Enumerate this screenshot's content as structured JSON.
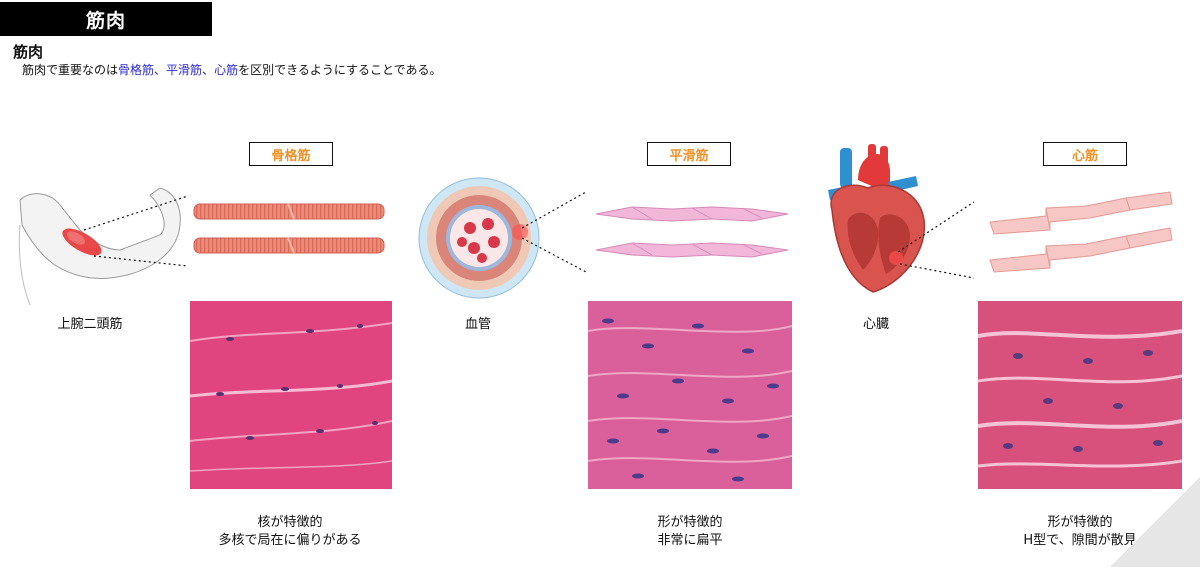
{
  "header": {
    "title": "筋肉"
  },
  "section": {
    "heading": "筋肉"
  },
  "intro": {
    "prefix": "筋肉で重要なのは",
    "skeletal": "骨格筋",
    "sep1": "、",
    "smooth": "平滑筋",
    "sep2": "、",
    "cardiac": "心筋",
    "suffix": "を区別できるようにすることである。"
  },
  "muscle_types": [
    {
      "label": "骨格筋",
      "organ": "上腕二頭筋",
      "caption_line1": "核が特徴的",
      "caption_line2": "多核で局在に偏りがある"
    },
    {
      "label": "平滑筋",
      "organ": "血管",
      "caption_line1": "形が特徴的",
      "caption_line2": "非常に扁平"
    },
    {
      "label": "心筋",
      "organ": "心臓",
      "caption_line1": "形が特徴的",
      "caption_line2": "H型で、隙間が散見"
    }
  ],
  "colors": {
    "accent_label": "#f0922a",
    "highlight_text": "#2b2bd6",
    "title_bg": "#000000",
    "tissue_pink": "#e0457f"
  },
  "icons": [
    "arm-illustration-icon",
    "blood-vessel-cross-section-icon",
    "heart-illustration-icon"
  ]
}
